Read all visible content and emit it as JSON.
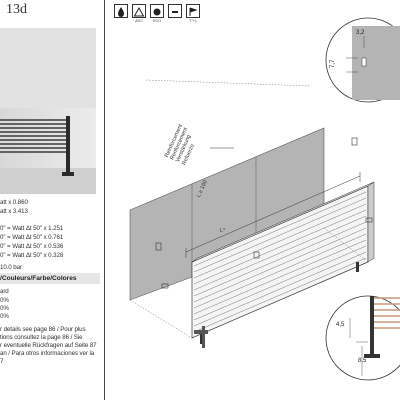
{
  "header": {
    "model": "13d"
  },
  "specs": {
    "power_lines": [
      "att x 0.860",
      "att x 3.413"
    ],
    "watt_lines": [
      "0\" = Watt Δt 50\" x 1.251",
      "0\" = Watt Δt 50\" x 0.761",
      "0\" = Watt Δt 50\" x 0.536",
      "0\" = Watt Δt 50\" x 0.328"
    ],
    "pressure": "10.0 bar"
  },
  "colors": {
    "title": "/Couleurs/Farbe/Colores",
    "lines": [
      "ard",
      "0%",
      "0%",
      "0%"
    ],
    "note_lines": [
      "r details see page 86 / Pour plus",
      "tions consultez la page 86 / Sie",
      "r eventuelle Rückfragen auf Seite 87",
      "an / Para otros informaciones ver la",
      "7"
    ]
  },
  "symbols": [
    {
      "icon": "water-drop-icon",
      "label": ""
    },
    {
      "icon": "acc-triangle-icon",
      "label": "ACC"
    },
    {
      "icon": "eco-icon",
      "label": "ECO"
    },
    {
      "icon": "minus-box-icon",
      "label": ""
    },
    {
      "icon": "flag-icon",
      "label": "T°+1"
    }
  ],
  "drawing": {
    "reinforcement_lines": [
      "Reinforcement",
      "Renforcement",
      "Verstärkung",
      "Refuerzo"
    ],
    "l_min": "L ≥ 160",
    "l_star": "L*",
    "detail_top_a": "3,2",
    "detail_top_b": "7,7",
    "detail_bot_a": "4,5",
    "detail_bot_b": "8,5"
  },
  "palette": {
    "wall": "#b4b4b4",
    "line": "#333333",
    "radiator": "#555555",
    "divider": "#444444"
  }
}
